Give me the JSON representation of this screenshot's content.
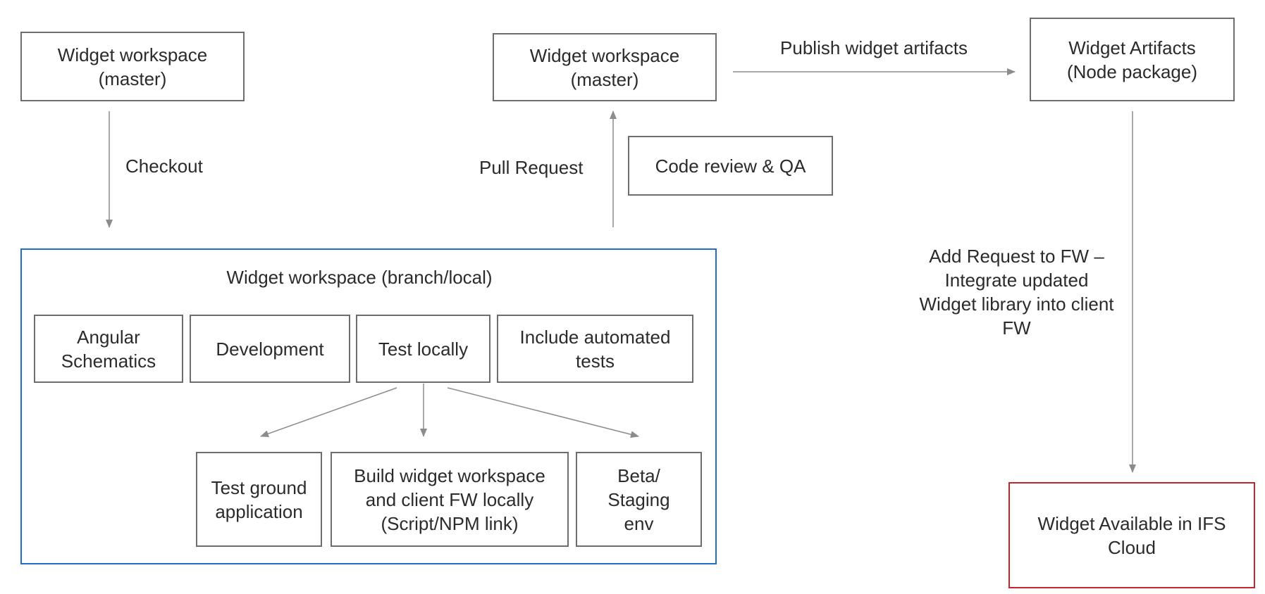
{
  "nodes": {
    "workspace_master_left": "Widget workspace\n(master)",
    "workspace_master_center": "Widget workspace\n(master)",
    "widget_artifacts": "Widget Artifacts\n(Node package)",
    "code_review": "Code review & QA",
    "angular_schematics": "Angular\nSchematics",
    "development": "Development",
    "test_locally": "Test locally",
    "automated_tests": "Include automated\ntests",
    "test_ground": "Test ground\napplication",
    "build_workspace": "Build widget workspace\nand client FW locally\n(Script/NPM link)",
    "beta_staging": "Beta/\nStaging\nenv",
    "widget_available": "Widget Available in IFS\nCloud"
  },
  "group": {
    "title": "Widget workspace (branch/local)"
  },
  "edges": {
    "checkout": "Checkout",
    "pull_request": "Pull Request",
    "publish": "Publish widget artifacts",
    "add_request": "Add Request to FW –\nIntegrate updated\nWidget library into client\nFW"
  },
  "colors": {
    "box_border": "#6d6d6d",
    "group_border": "#1f6fc5",
    "final_border": "#c0282d",
    "arrow": "#8c8c8c"
  }
}
